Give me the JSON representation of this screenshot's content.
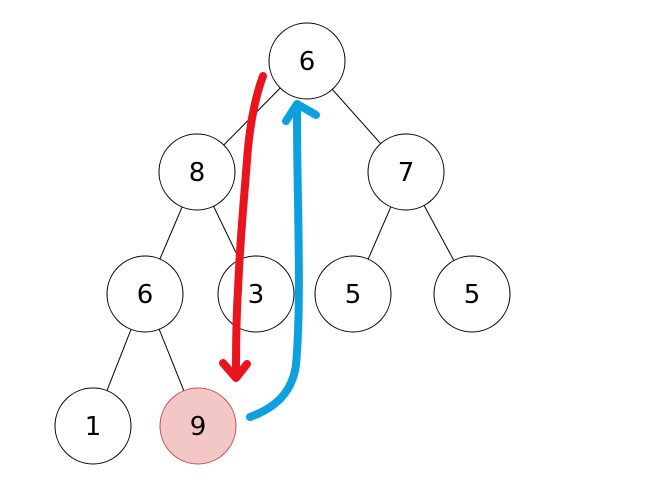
{
  "tree": {
    "nodes": [
      {
        "id": "n0",
        "label": "6",
        "highlight": false
      },
      {
        "id": "n1",
        "label": "8",
        "highlight": false
      },
      {
        "id": "n2",
        "label": "7",
        "highlight": false
      },
      {
        "id": "n3",
        "label": "6",
        "highlight": false
      },
      {
        "id": "n4",
        "label": "3",
        "highlight": false
      },
      {
        "id": "n5",
        "label": "5",
        "highlight": false
      },
      {
        "id": "n6",
        "label": "5",
        "highlight": false
      },
      {
        "id": "n7",
        "label": "1",
        "highlight": false
      },
      {
        "id": "n8",
        "label": "9",
        "highlight": true
      }
    ],
    "edges": [
      [
        "n0",
        "n1"
      ],
      [
        "n0",
        "n2"
      ],
      [
        "n1",
        "n3"
      ],
      [
        "n1",
        "n4"
      ],
      [
        "n2",
        "n5"
      ],
      [
        "n2",
        "n6"
      ],
      [
        "n3",
        "n7"
      ],
      [
        "n3",
        "n8"
      ]
    ]
  },
  "arrows": [
    {
      "name": "downward-swap-arrow",
      "from": "n0",
      "to": "n8",
      "color": "#e8151f"
    },
    {
      "name": "upward-swap-arrow",
      "from": "n8",
      "to": "n0",
      "color": "#0e9fdf"
    }
  ],
  "colors": {
    "highlight_fill": "#f4c7c7",
    "highlight_stroke": "#c0504d",
    "red_arrow": "#e8151f",
    "blue_arrow": "#0e9fdf"
  }
}
